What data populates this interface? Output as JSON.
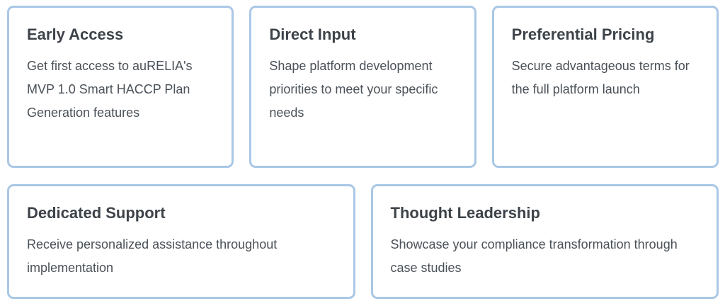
{
  "colors": {
    "card_border": "#aac7e5",
    "title_text": "#3d4349",
    "body_text": "#4a5158",
    "background": "#ffffff"
  },
  "cards": [
    {
      "title": "Early Access",
      "description": "Get first access to auRELIA's MVP 1.0 Smart HACCP Plan Generation features"
    },
    {
      "title": "Direct Input",
      "description": "Shape platform development priorities to meet your specific needs"
    },
    {
      "title": "Preferential Pricing",
      "description": "Secure advantageous terms for the full platform launch"
    },
    {
      "title": "Dedicated Support",
      "description": "Receive personalized assistance throughout implementation"
    },
    {
      "title": "Thought Leadership",
      "description": "Showcase your compliance transformation through case studies"
    }
  ]
}
